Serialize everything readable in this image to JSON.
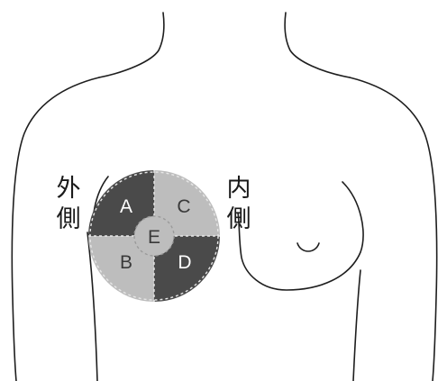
{
  "labels": {
    "outer_side_line1": "外",
    "outer_side_line2": "側",
    "inner_side_line1": "内",
    "inner_side_line2": "側"
  },
  "regions": [
    {
      "id": "A",
      "label": "A",
      "shade": "dark"
    },
    {
      "id": "B",
      "label": "B",
      "shade": "light"
    },
    {
      "id": "C",
      "label": "C",
      "shade": "light"
    },
    {
      "id": "D",
      "label": "D",
      "shade": "dark"
    },
    {
      "id": "E",
      "label": "E",
      "shade": "light"
    }
  ],
  "colors": {
    "dark": "#4a4a4a",
    "light": "#bdbdbd",
    "outline": "#1e1e1e",
    "dashed": "#e6e6e6"
  }
}
